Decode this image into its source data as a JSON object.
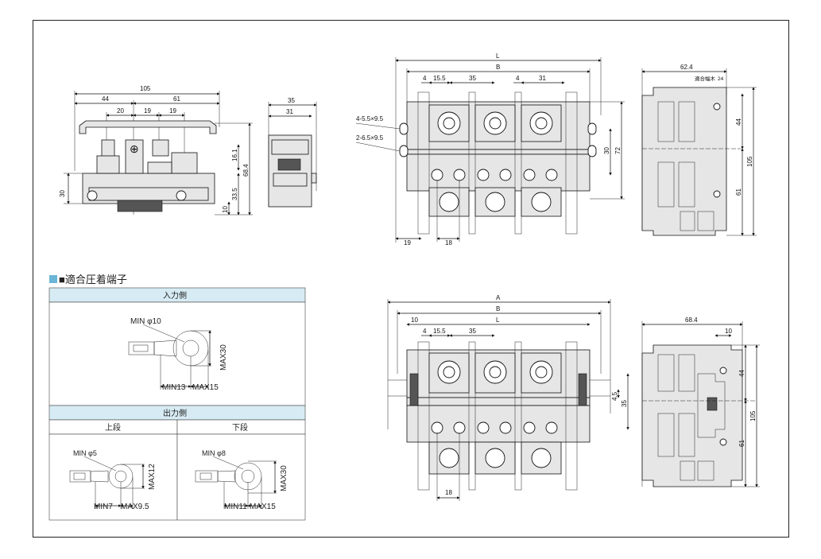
{
  "dims": {
    "side": {
      "w105": "105",
      "w44": "44",
      "w61": "61",
      "w20": "20",
      "w19a": "19",
      "w19b": "19",
      "h16_1": "16.1",
      "h68_4": "68.4",
      "h33_5": "33.5",
      "h10": "10",
      "h30": "30"
    },
    "end": {
      "w35": "35",
      "w31": "31"
    },
    "top1": {
      "L": "L",
      "B": "B",
      "d4a": "4",
      "d15_5": "15.5",
      "d35": "35",
      "d4b": "4",
      "d31": "31",
      "hole1": "4-5.5×9.5",
      "hole2": "2-6.5×9.5",
      "h30": "30",
      "h72": "72",
      "w19": "19",
      "w18": "18"
    },
    "side2": {
      "w62_4": "62.4",
      "note": "適合幅木",
      "w24": "24",
      "h44": "44",
      "h105": "105",
      "h61": "61"
    },
    "top2": {
      "A": "A",
      "B": "B",
      "L": "L",
      "d10": "10",
      "d4": "4",
      "d15_5": "15.5",
      "d35": "35",
      "h4_5": "4.5",
      "h35": "35",
      "w18": "18"
    },
    "side3": {
      "w68_4": "68.4",
      "w10": "10",
      "h44": "44",
      "h105": "105",
      "h61": "61"
    }
  },
  "terminals": {
    "section_title": "■適合圧着端子",
    "input_header": "入力側",
    "input_min_phi": "MIN φ10",
    "input_max": "MAX30",
    "input_min13": "MIN13",
    "input_max15": "MAX15",
    "output_header": "出力側",
    "upper_header": "上段",
    "lower_header": "下段",
    "upper_min_phi": "MIN φ5",
    "upper_max": "MAX12",
    "upper_min7": "MIN7",
    "upper_max9_5": "MAX9.5",
    "lower_min_phi": "MIN φ8",
    "lower_max": "MAX30",
    "lower_min11": "MIN11",
    "lower_max15": "MAX15"
  }
}
